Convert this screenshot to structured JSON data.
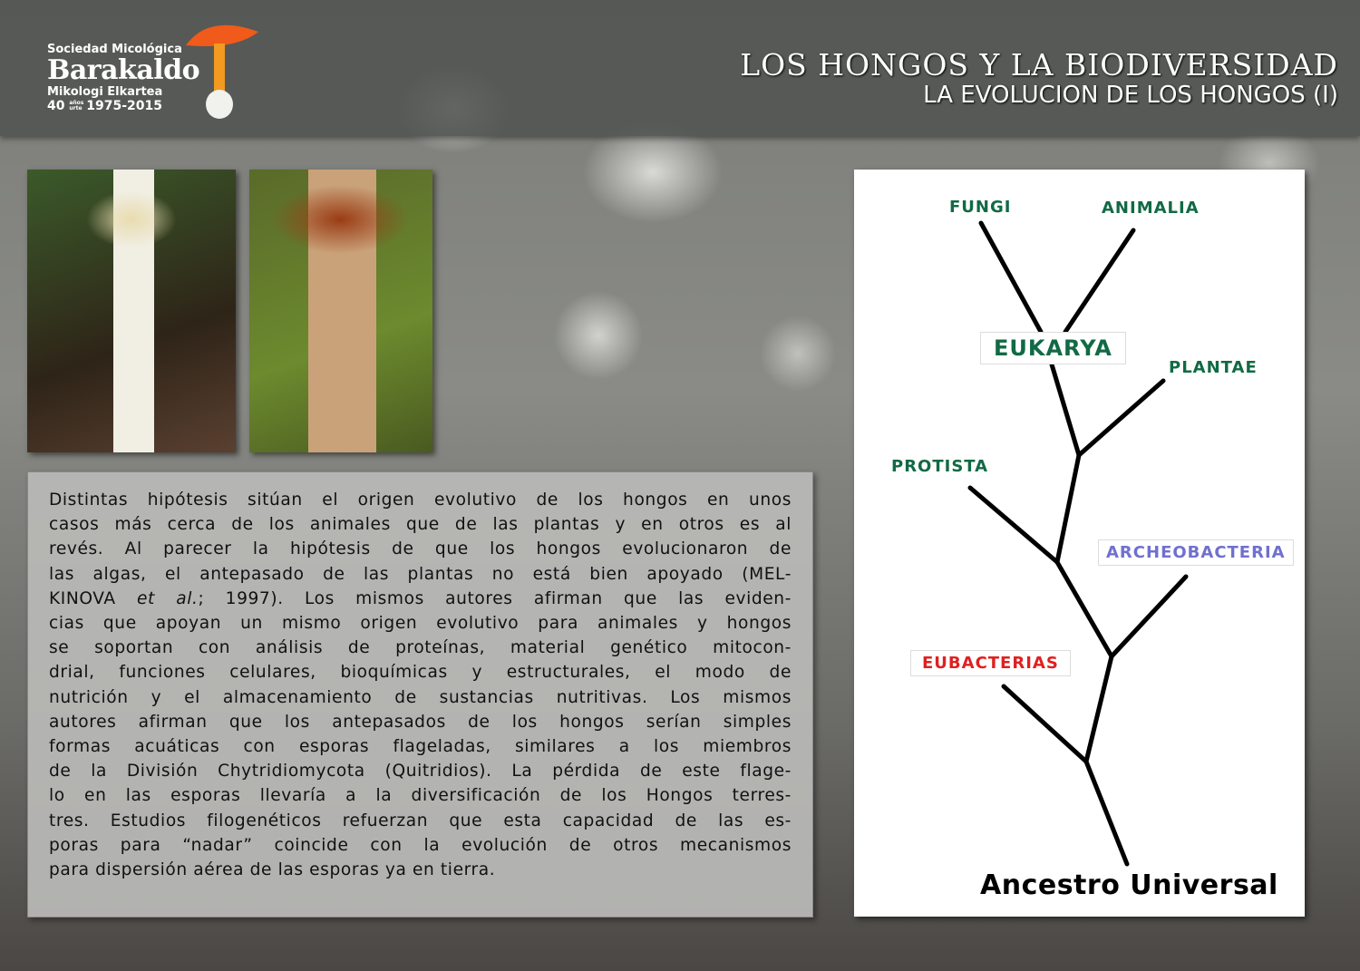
{
  "header": {
    "logo": {
      "line1": "Sociedad Micológica",
      "name": "Barakaldo",
      "line3": "Mikologi Elkartea",
      "years": "40",
      "years_small": "años urte",
      "range": "1975-2015"
    },
    "title": "LOS HONGOS Y LA BIODIVERSIDAD",
    "subtitle": "LA EVOLUCION DE LOS HONGOS (I)"
  },
  "body": {
    "lines": [
      "Distintas hipótesis sitúan el origen evolutivo de los hongos en unos",
      "casos más cerca de los animales que de las plantas y en otros es al",
      "revés. Al parecer la hipótesis de que los hongos evolucionaron de",
      "las algas, el antepasado de las plantas no está bien apoyado (MEL-",
      "KINOVA ",
      "cias que apoyan un mismo origen evolutivo para animales y hongos",
      "se soportan con análisis de proteínas, material genético mitocon-",
      "drial, funciones celulares, bioquímicas y estructurales, el modo de",
      "nutrición y el almacenamiento de sustancias nutritivas. Los mismos",
      "autores afirman que los antepasados de los hongos serían simples",
      "formas acuáticas con esporas flageladas, similares a los miembros",
      "de la División Chytridiomycota (Quitridios). La pérdida de este flage-",
      "lo en las esporas llevaría a la diversificación de los Hongos terres-",
      "tres. Estudios filogenéticos refuerzan que esta capacidad de las es-",
      "poras para  “nadar” coincide con la evolución de otros mecanismos",
      "para dispersión aérea de las esporas ya en tierra."
    ],
    "italic": "et al.",
    "line5_rest": "; 1997). Los mismos autores afirman que las eviden-"
  },
  "tree": {
    "fungi": "FUNGI",
    "animalia": "ANIMALIA",
    "eukarya": "EUKARYA",
    "plantae": "PLANTAE",
    "protista": "PROTISTA",
    "archeobacteria": "ARCHEOBACTERIA",
    "eubacterias": "EUBACTERIAS",
    "root": "Ancestro Universal",
    "colors": {
      "eukarya": "#116a45",
      "archeobacteria": "#7070d0",
      "eubacterias": "#e02020"
    }
  }
}
